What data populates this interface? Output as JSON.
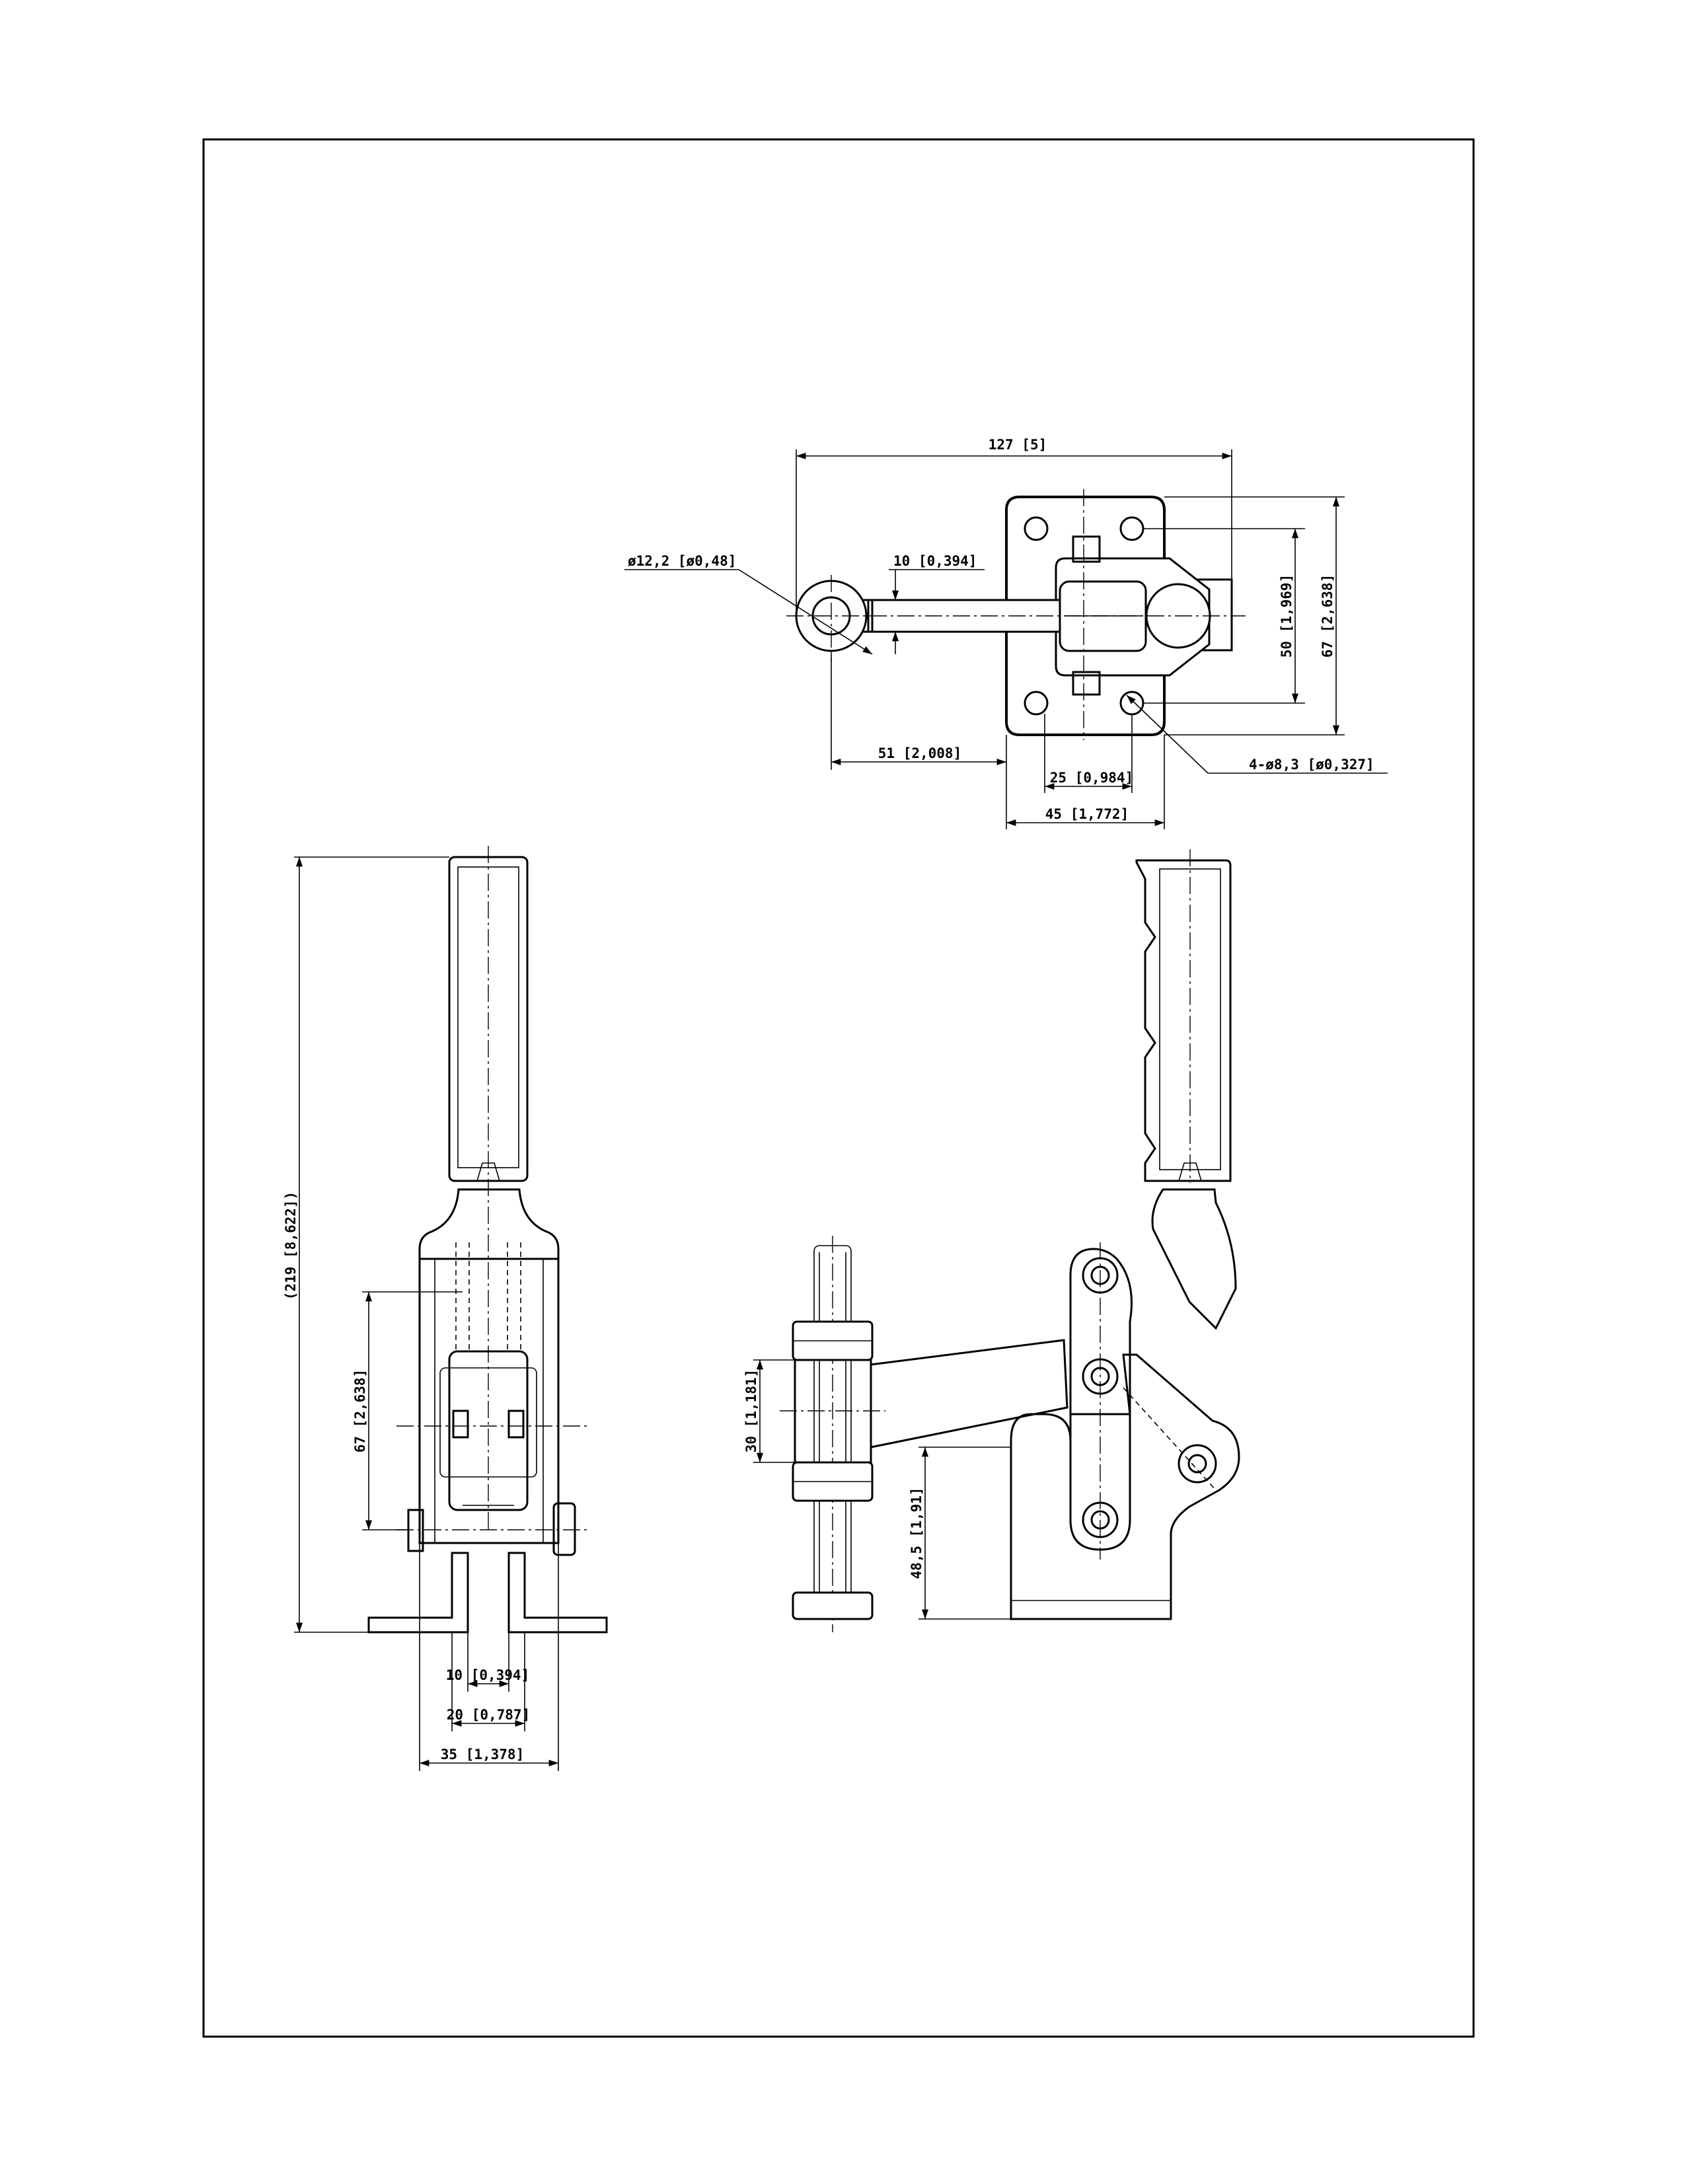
{
  "drawing": {
    "top_view": {
      "overall_length": "127 [5]",
      "eye_diameter": "ø12,2 [ø0,48]",
      "bar_width": "10 [0,394]",
      "hole_spacing_vertical": "50 [1,969]",
      "base_height": "67 [2,638]",
      "eye_offset": "51 [2,008]",
      "hole_spacing_horizontal": "25 [0,984]",
      "base_width": "45 [1,772]",
      "mounting_holes": "4-ø8,3 [ø0,327]"
    },
    "front_view": {
      "overall_height": "(219 [8,622])",
      "pivot_height": "67 [2,638]",
      "slot_width": "10 [0,394]",
      "inner_width": "20 [0,787]",
      "base_width": "35 [1,378]"
    },
    "side_view": {
      "spindle_block": "30 [1,181]",
      "arm_height": "48,5 [1,91]"
    }
  }
}
